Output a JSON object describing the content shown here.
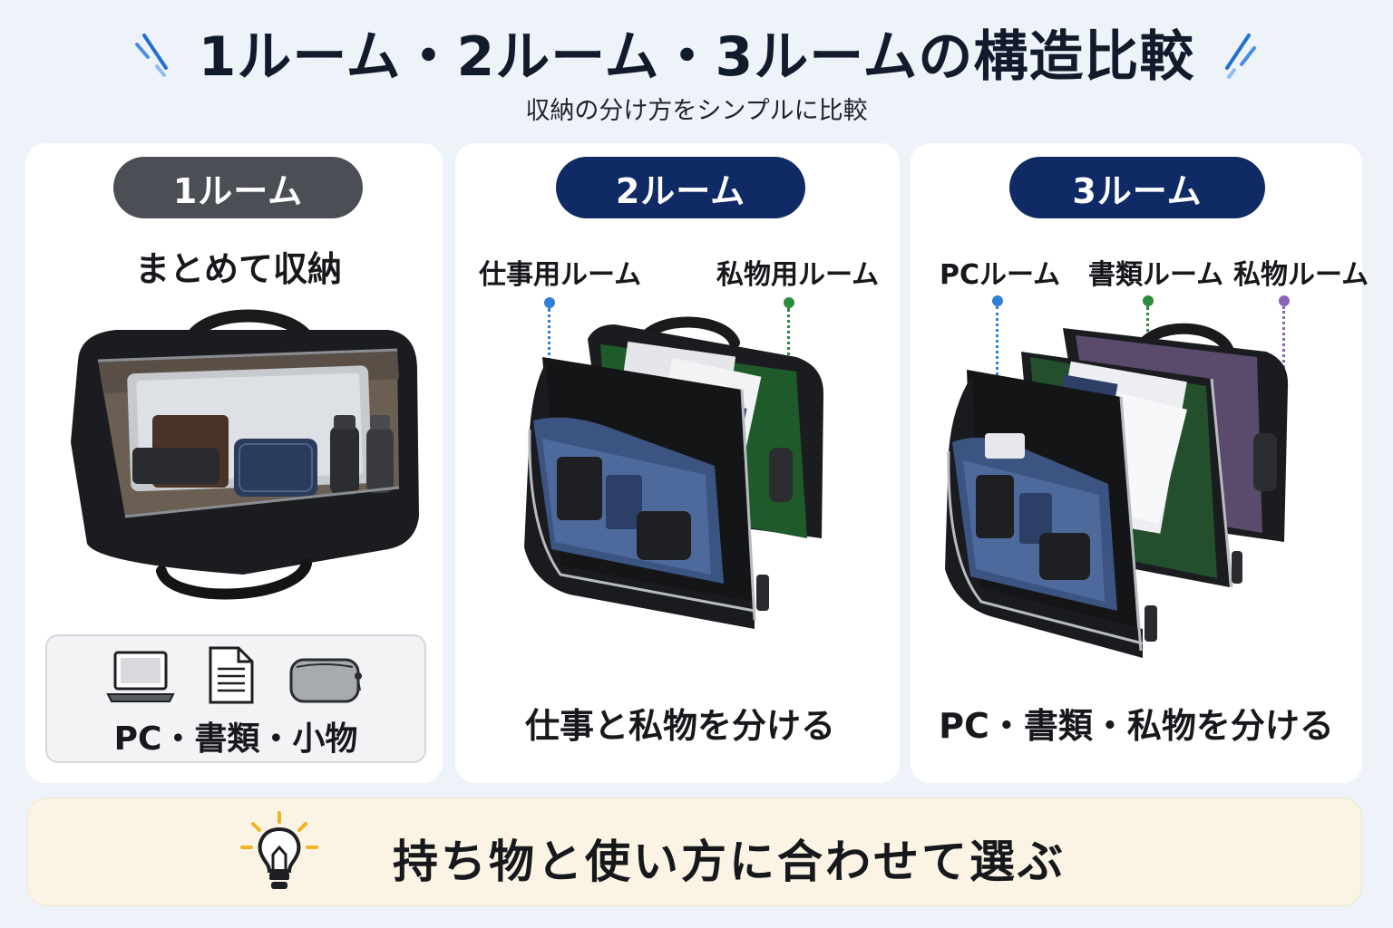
{
  "header": {
    "title": "1ルーム・2ルーム・3ルームの構造比較",
    "subtitle": "収納の分け方をシンプルに比較"
  },
  "colors": {
    "navy": "#0f2a64",
    "gray_pill": "#4b4f55",
    "blue_marker": "#2f7fd6",
    "green_marker": "#2e8a3e",
    "purple_marker": "#8a63b8",
    "bottom_bar": "#fbf4e4",
    "bulb_accent": "#f2b320"
  },
  "panels": [
    {
      "pill": "1ルーム",
      "heading": "まとめて収納",
      "icons": [
        "laptop-icon",
        "document-icon",
        "pouch-icon"
      ],
      "items_label": "PC・書類・小物"
    },
    {
      "pill": "2ルーム",
      "labels": [
        "仕事用ルーム",
        "私物用ルーム"
      ],
      "caption": "仕事と私物を分ける"
    },
    {
      "pill": "3ルーム",
      "labels": [
        "PCルーム",
        "書類ルーム",
        "私物ルーム"
      ],
      "caption": "PC・書類・私物を分ける"
    }
  ],
  "footer": {
    "icon": "lightbulb-icon",
    "text": "持ち物と使い方に合わせて選ぶ"
  }
}
